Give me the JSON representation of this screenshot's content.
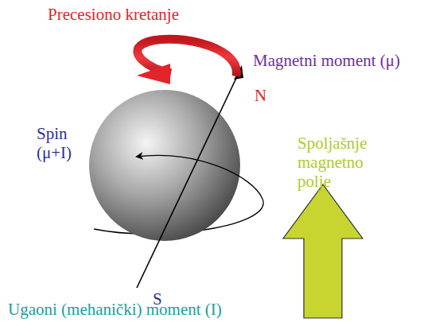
{
  "diagram": {
    "labels": [
      "Precesiono kretanje",
      "Magnetni moment (μ)",
      "N",
      "Spoljašnje magnetno polje",
      "Spin (μ+I)",
      "S",
      "Ugaoni (mehanički) moment (I)"
    ]
  }
}
